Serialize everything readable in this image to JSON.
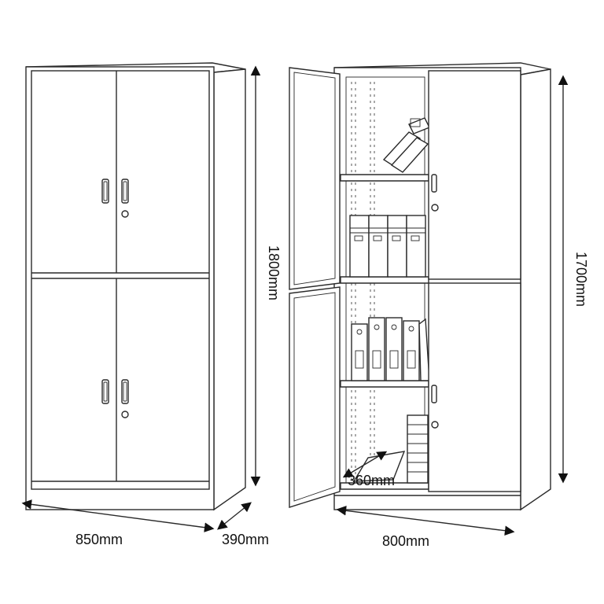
{
  "dimensions": {
    "closed_cabinet": {
      "width": "850mm",
      "depth": "390mm",
      "height": "1800mm"
    },
    "open_cabinet": {
      "width": "800mm",
      "height": "1700mm",
      "shelf_depth": "360mm"
    }
  },
  "colors": {
    "line": "#2a2a2a",
    "background": "#ffffff",
    "text": "#111111"
  }
}
